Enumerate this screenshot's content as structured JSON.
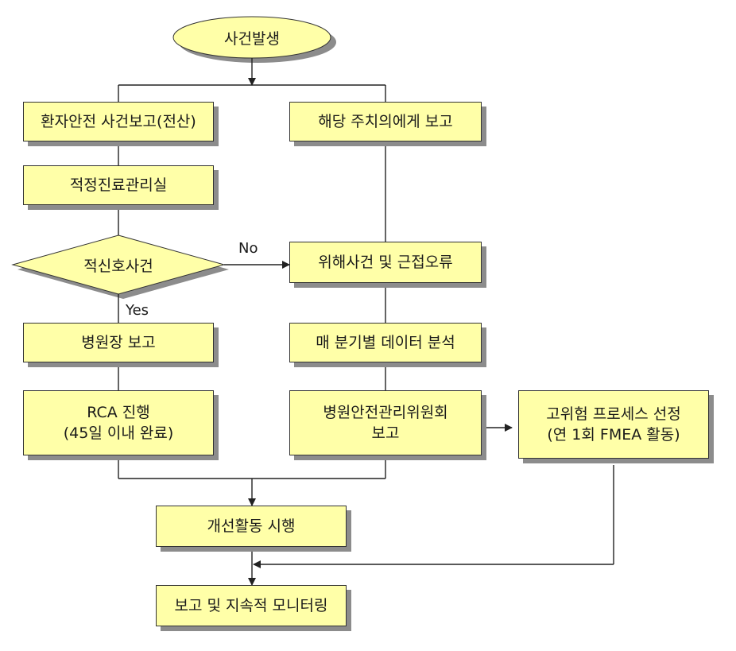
{
  "colors": {
    "box_fill": "#ffffa8",
    "shadow": "#8c8c8c",
    "line": "#222222"
  },
  "nodes": {
    "start": "사건발생",
    "report_electronic": "환자안전 사건보고(전산)",
    "report_physician": "해당 주치의에게 보고",
    "qi_office": "적정진료관리실",
    "sentinel": "적신호사건",
    "adverse_nearmiss": "위해사건 및 근접오류",
    "report_director": "병원장 보고",
    "quarterly_analysis": "매 분기별 데이터 분석",
    "rca_line1": "RCA 진행",
    "rca_line2": "(45일 이내 완료)",
    "committee_line1": "병원안전관리위원회",
    "committee_line2": "보고",
    "highrisk_line1": "고위험 프로세스 선정",
    "highrisk_line2": "(연 1회 FMEA 활동)",
    "improvement": "개선활동 시행",
    "monitoring": "보고 및 지속적 모니터링"
  },
  "edge_labels": {
    "no": "No",
    "yes": "Yes"
  }
}
